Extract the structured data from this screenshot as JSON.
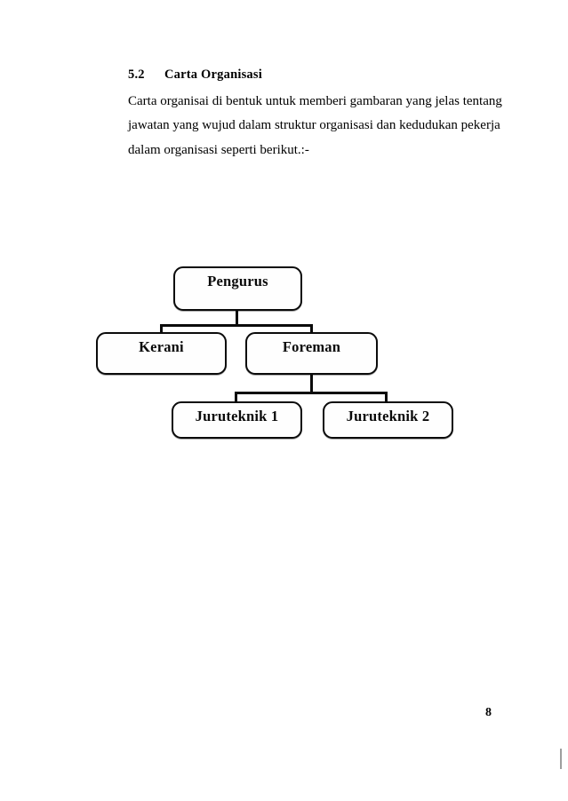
{
  "document": {
    "section_number": "5.2",
    "section_title": "Carta Organisasi",
    "paragraph_lines": [
      "Carta organisai di bentuk untuk memberi gambaran yang jelas tentang",
      "jawatan yang wujud dalam struktur organisasi dan kedudukan pekerja",
      "dalam organisasi  seperti berikut.:-"
    ],
    "page_number": "8"
  },
  "chart_data": {
    "type": "diagram",
    "title": "Carta Organisasi",
    "nodes": [
      {
        "id": "pengurus",
        "label": "Pengurus",
        "level": 1,
        "parent": null
      },
      {
        "id": "kerani",
        "label": "Kerani",
        "level": 2,
        "parent": "pengurus"
      },
      {
        "id": "foreman",
        "label": "Foreman",
        "level": 2,
        "parent": "pengurus"
      },
      {
        "id": "juruteknik-1",
        "label": "Juruteknik 1",
        "level": 3,
        "parent": "foreman"
      },
      {
        "id": "juruteknik-2",
        "label": "Juruteknik 2",
        "level": 3,
        "parent": "foreman"
      }
    ],
    "edges": [
      {
        "from": "pengurus",
        "to": "kerani"
      },
      {
        "from": "pengurus",
        "to": "foreman"
      },
      {
        "from": "foreman",
        "to": "juruteknik-1"
      },
      {
        "from": "foreman",
        "to": "juruteknik-2"
      }
    ],
    "colors": {
      "border": "#0b0b0b",
      "fill": "#fefefe",
      "text": "#0a0a0a"
    }
  }
}
